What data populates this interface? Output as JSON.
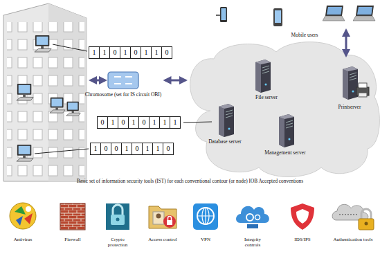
{
  "diagram": {
    "caption": "Basic set of information security tools (IST) for each conventional contour (or node) IOB Accepted conventions",
    "nodes": [
      {
        "text": [
          "1",
          "1",
          "0",
          "1",
          "0",
          "1",
          "1",
          "0"
        ]
      },
      {
        "text": [
          "Chromosome (set for IS circuit OBI)"
        ]
      },
      {
        "text": [
          "File server",
          "Printserver",
          "Database server",
          "Management server"
        ]
      },
      {
        "text": [
          "0",
          "1",
          "0",
          "1",
          "0",
          "1",
          "1",
          "1"
        ]
      },
      {
        "text": [
          "1",
          "0",
          "0",
          "1",
          "0",
          "1",
          "1",
          "0"
        ]
      }
    ],
    "edges": [
      {
        "from": 1,
        "to": 2,
        "arrow": "both"
      }
    ],
    "labels": [
      "Mobile users",
      "Antivirus",
      "Firewall",
      "Crypto protection",
      "Access control",
      "VPN",
      "Integrity controls",
      "IDS/IPS",
      "Authentication tools"
    ]
  }
}
